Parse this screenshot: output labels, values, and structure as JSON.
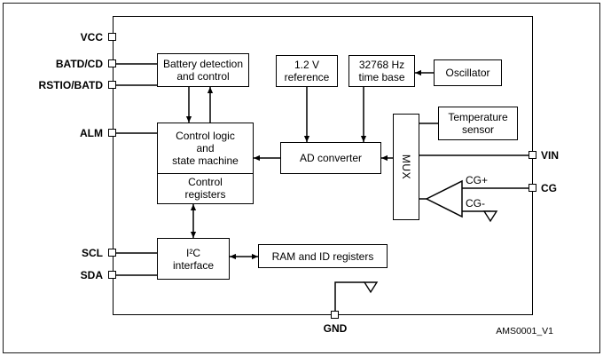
{
  "figure": {
    "footer_id": "AMS0001_V1"
  },
  "colors": {
    "line": "#000000",
    "background": "#ffffff"
  },
  "pins": {
    "vcc": {
      "label": "VCC"
    },
    "batd_cd": {
      "label": "BATD/CD"
    },
    "rstio_batd": {
      "label": "RSTIO/BATD"
    },
    "alm": {
      "label": "ALM"
    },
    "scl": {
      "label": "SCL"
    },
    "sda": {
      "label": "SDA"
    },
    "vin": {
      "label": "VIN"
    },
    "cg": {
      "label": "CG"
    },
    "gnd": {
      "label": "GND"
    }
  },
  "blocks": {
    "battery_detection": {
      "line1": "Battery detection",
      "line2": "and control"
    },
    "voltage_reference": {
      "line1": "1.2 V",
      "line2": "reference"
    },
    "time_base": {
      "line1": "32768 Hz",
      "line2": "time base"
    },
    "oscillator": {
      "line1": "Oscillator"
    },
    "control_logic": {
      "line1": "Control logic",
      "line2": "and",
      "line3": "state machine"
    },
    "control_registers": {
      "line1": "Control",
      "line2": "registers"
    },
    "ad_converter": {
      "line1": "AD converter"
    },
    "mux": {
      "line1": "MUX"
    },
    "temperature_sensor": {
      "line1": "Temperature",
      "line2": "sensor"
    },
    "i2c_interface": {
      "line1": "I²C",
      "line2": "interface"
    },
    "ram_registers": {
      "line1": "RAM and ID registers"
    }
  },
  "signals": {
    "cg_plus": "CG+",
    "cg_minus": "CG-"
  }
}
